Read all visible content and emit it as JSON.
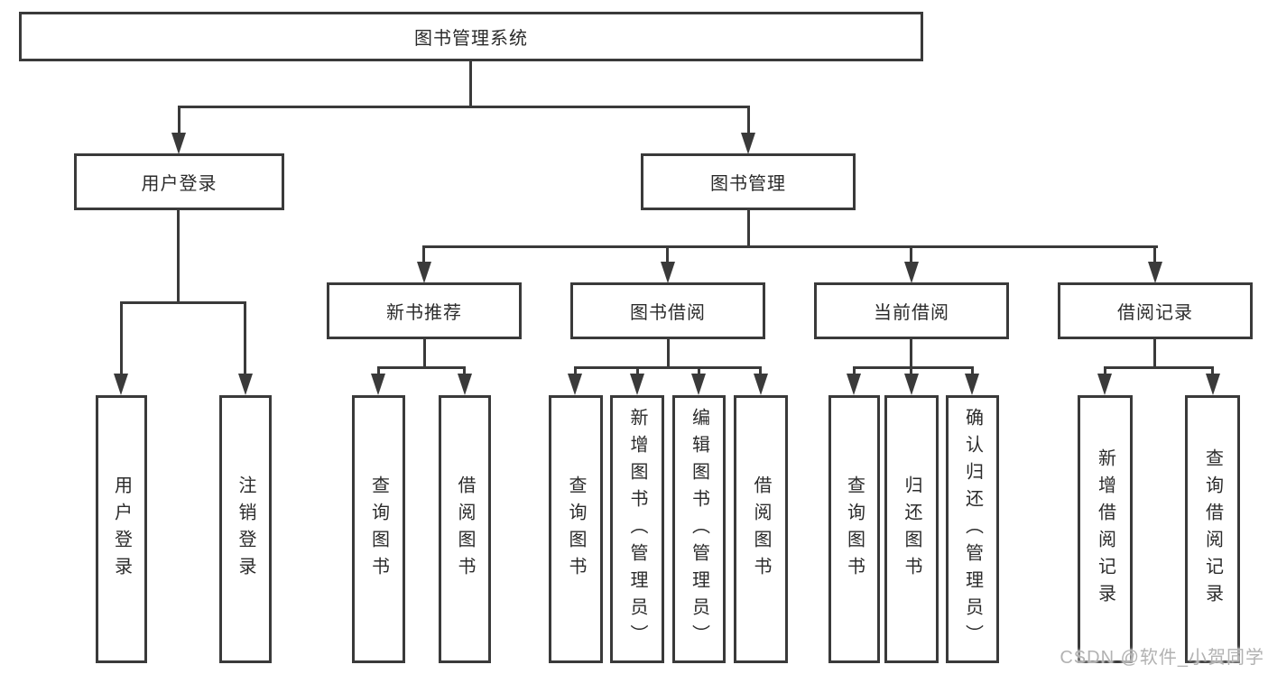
{
  "diagram": {
    "root": {
      "label": "图书管理系统"
    },
    "level2": [
      {
        "id": "user-login",
        "label": "用户登录"
      },
      {
        "id": "book-management",
        "label": "图书管理"
      }
    ],
    "level3": [
      {
        "id": "new-book-recommendation",
        "label": "新书推荐",
        "parent": "图书管理"
      },
      {
        "id": "book-borrowing",
        "label": "图书借阅",
        "parent": "图书管理"
      },
      {
        "id": "current-borrowing",
        "label": "当前借阅",
        "parent": "图书管理"
      },
      {
        "id": "borrowing-records",
        "label": "借阅记录",
        "parent": "图书管理"
      }
    ],
    "leaves": [
      {
        "id": "user-login-leaf",
        "label": "用户登录",
        "parent": "用户登录"
      },
      {
        "id": "logout",
        "label": "注销登录",
        "parent": "用户登录"
      },
      {
        "id": "query-books-1",
        "label": "查询图书",
        "parent": "新书推荐"
      },
      {
        "id": "borrow-books-1",
        "label": "借阅图书",
        "parent": "新书推荐"
      },
      {
        "id": "query-books-2",
        "label": "查询图书",
        "parent": "图书借阅"
      },
      {
        "id": "add-book-admin",
        "label": "新增图书（管理员）",
        "parent": "图书借阅"
      },
      {
        "id": "edit-book-admin",
        "label": "编辑图书（管理员）",
        "parent": "图书借阅"
      },
      {
        "id": "borrow-books-2",
        "label": "借阅图书",
        "parent": "图书借阅"
      },
      {
        "id": "query-books-3",
        "label": "查询图书",
        "parent": "当前借阅"
      },
      {
        "id": "return-book",
        "label": "归还图书",
        "parent": "当前借阅"
      },
      {
        "id": "confirm-return-admin",
        "label": "确认归还（管理员）",
        "parent": "当前借阅"
      },
      {
        "id": "add-borrow-record",
        "label": "新增借阅记录",
        "parent": "借阅记录"
      },
      {
        "id": "query-borrow-record",
        "label": "查询借阅记录",
        "parent": "借阅记录"
      }
    ]
  },
  "watermark": {
    "text": "CSDN @软件_小贺同学"
  },
  "colors": {
    "line": "#3a3a3a",
    "box_border": "#3a3a3a",
    "box_bg": "#ffffff",
    "text": "#2b2b2b",
    "watermark": "#b2b2b2"
  }
}
